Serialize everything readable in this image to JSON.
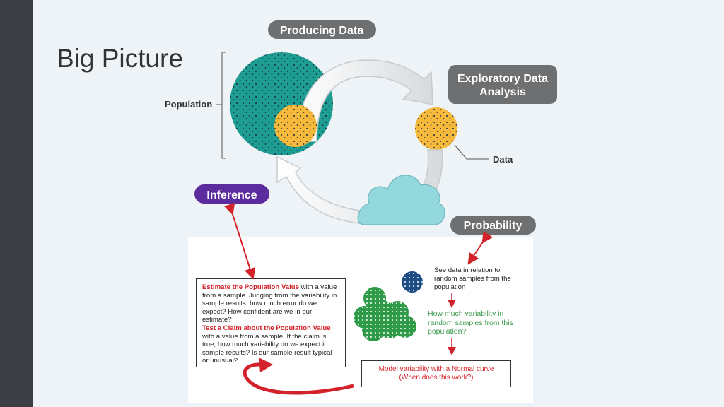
{
  "slide": {
    "title": "Big Picture"
  },
  "diagram": {
    "pills": {
      "producing": "Producing Data",
      "eda_line1": "Exploratory Data",
      "eda_line2": "Analysis",
      "inference": "Inference",
      "probability": "Probability"
    },
    "labels": {
      "population": "Population",
      "data": "Data"
    },
    "colors": {
      "teal": "#1e9d92",
      "yellow": "#f6b93b",
      "gray_pill": "#6d6f70",
      "purple_pill": "#5b2c9e",
      "cloud": "#93d8dc",
      "red": "#d3232a"
    }
  },
  "panel": {
    "estimate_title": "Estimate the Population Value",
    "estimate_text": " with a value from a sample. Judging from the variability in sample results, how much error do we expect? How confident are we in our estimate?",
    "test_title": "Test a Claim about the Population Value",
    "test_text": " with a value from a sample. If the claim is true, how much variability do we expect in sample results? Is our sample result typical or unusual?",
    "see_data": "See data in relation to random samples from the population",
    "variability": "How much variability in random samples from this population?",
    "model_line1": "Model variability with a Normal curve",
    "model_line2": "(When does this work?)"
  }
}
